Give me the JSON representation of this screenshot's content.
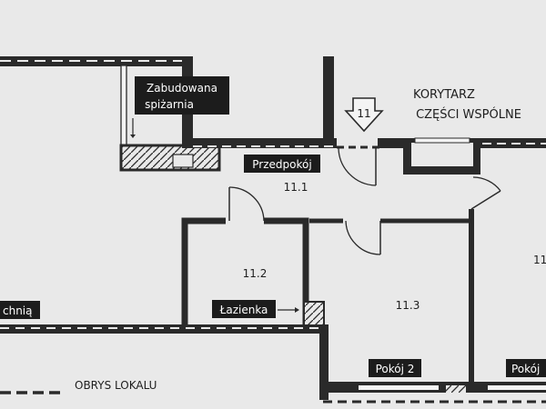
{
  "labels": {
    "pantry_line1": "Zabudowana",
    "pantry_line2": "spiżarnia",
    "corridor_line1": "KORYTARZ",
    "corridor_line2": "CZĘŚCI WSPÓLNE",
    "entrance_number": "11",
    "hall": "Przedpokój",
    "hall_number": "11.1",
    "bathroom_number": "11.2",
    "bathroom": "Łazienka",
    "room2_number": "11.3",
    "room2": "Pokój 2",
    "room_right_number": "11",
    "room_right": "Pokój",
    "kitchen_fragment": "chnią",
    "outline_legend": "OBRYS LOKALU"
  },
  "colors": {
    "paper": "#e9e9e9",
    "wall": "#2a2a2a",
    "ink": "#1e1e1e",
    "label_bg": "#1c1c1c",
    "label_text": "#ffffff"
  }
}
